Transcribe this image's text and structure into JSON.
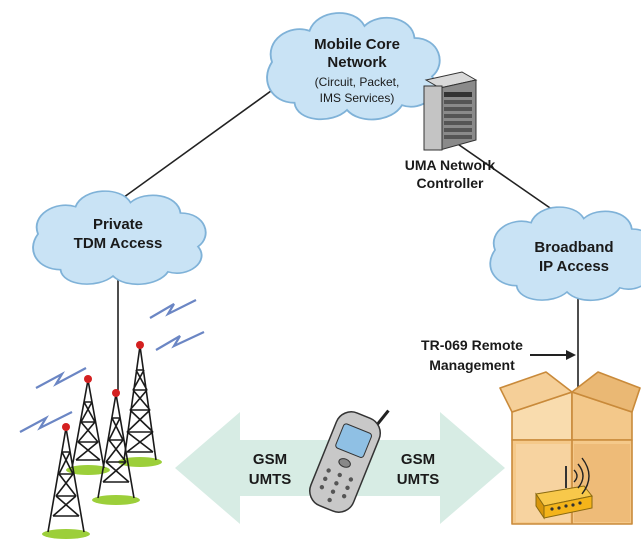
{
  "nodes": {
    "mobile_core": {
      "title_line1": "Mobile Core",
      "title_line2": "Network",
      "sub_line1": "(Circuit, Packet,",
      "sub_line2": "IMS Services)"
    },
    "uma_controller": {
      "line1": "UMA Network",
      "line2": "Controller"
    },
    "private_tdm": {
      "line1": "Private",
      "line2": "TDM Access"
    },
    "broadband": {
      "line1": "Broadband",
      "line2": "IP Access"
    },
    "tr069": {
      "line1": "TR-069 Remote",
      "line2": "Management"
    },
    "radio_left": {
      "line1": "GSM",
      "line2": "UMTS"
    },
    "radio_right": {
      "line1": "GSM",
      "line2": "UMTS"
    }
  },
  "colors": {
    "cloud_fill": "#c9e3f5",
    "cloud_stroke": "#7fb2d8",
    "arrow_fill": "#d7ece4",
    "box_fill": "#f5c98a",
    "box_stroke": "#c98a3a",
    "router": "#f4b41a",
    "tower_base": "#9ccf3a",
    "tower_light": "#d42020",
    "lightning": "#6b86c4"
  },
  "icons": [
    "cloud-icon",
    "server-icon",
    "cell-tower-icon",
    "lightning-icon",
    "mobile-phone-icon",
    "open-box-icon",
    "router-icon",
    "wifi-signal-icon",
    "pointer-arrow-icon"
  ]
}
